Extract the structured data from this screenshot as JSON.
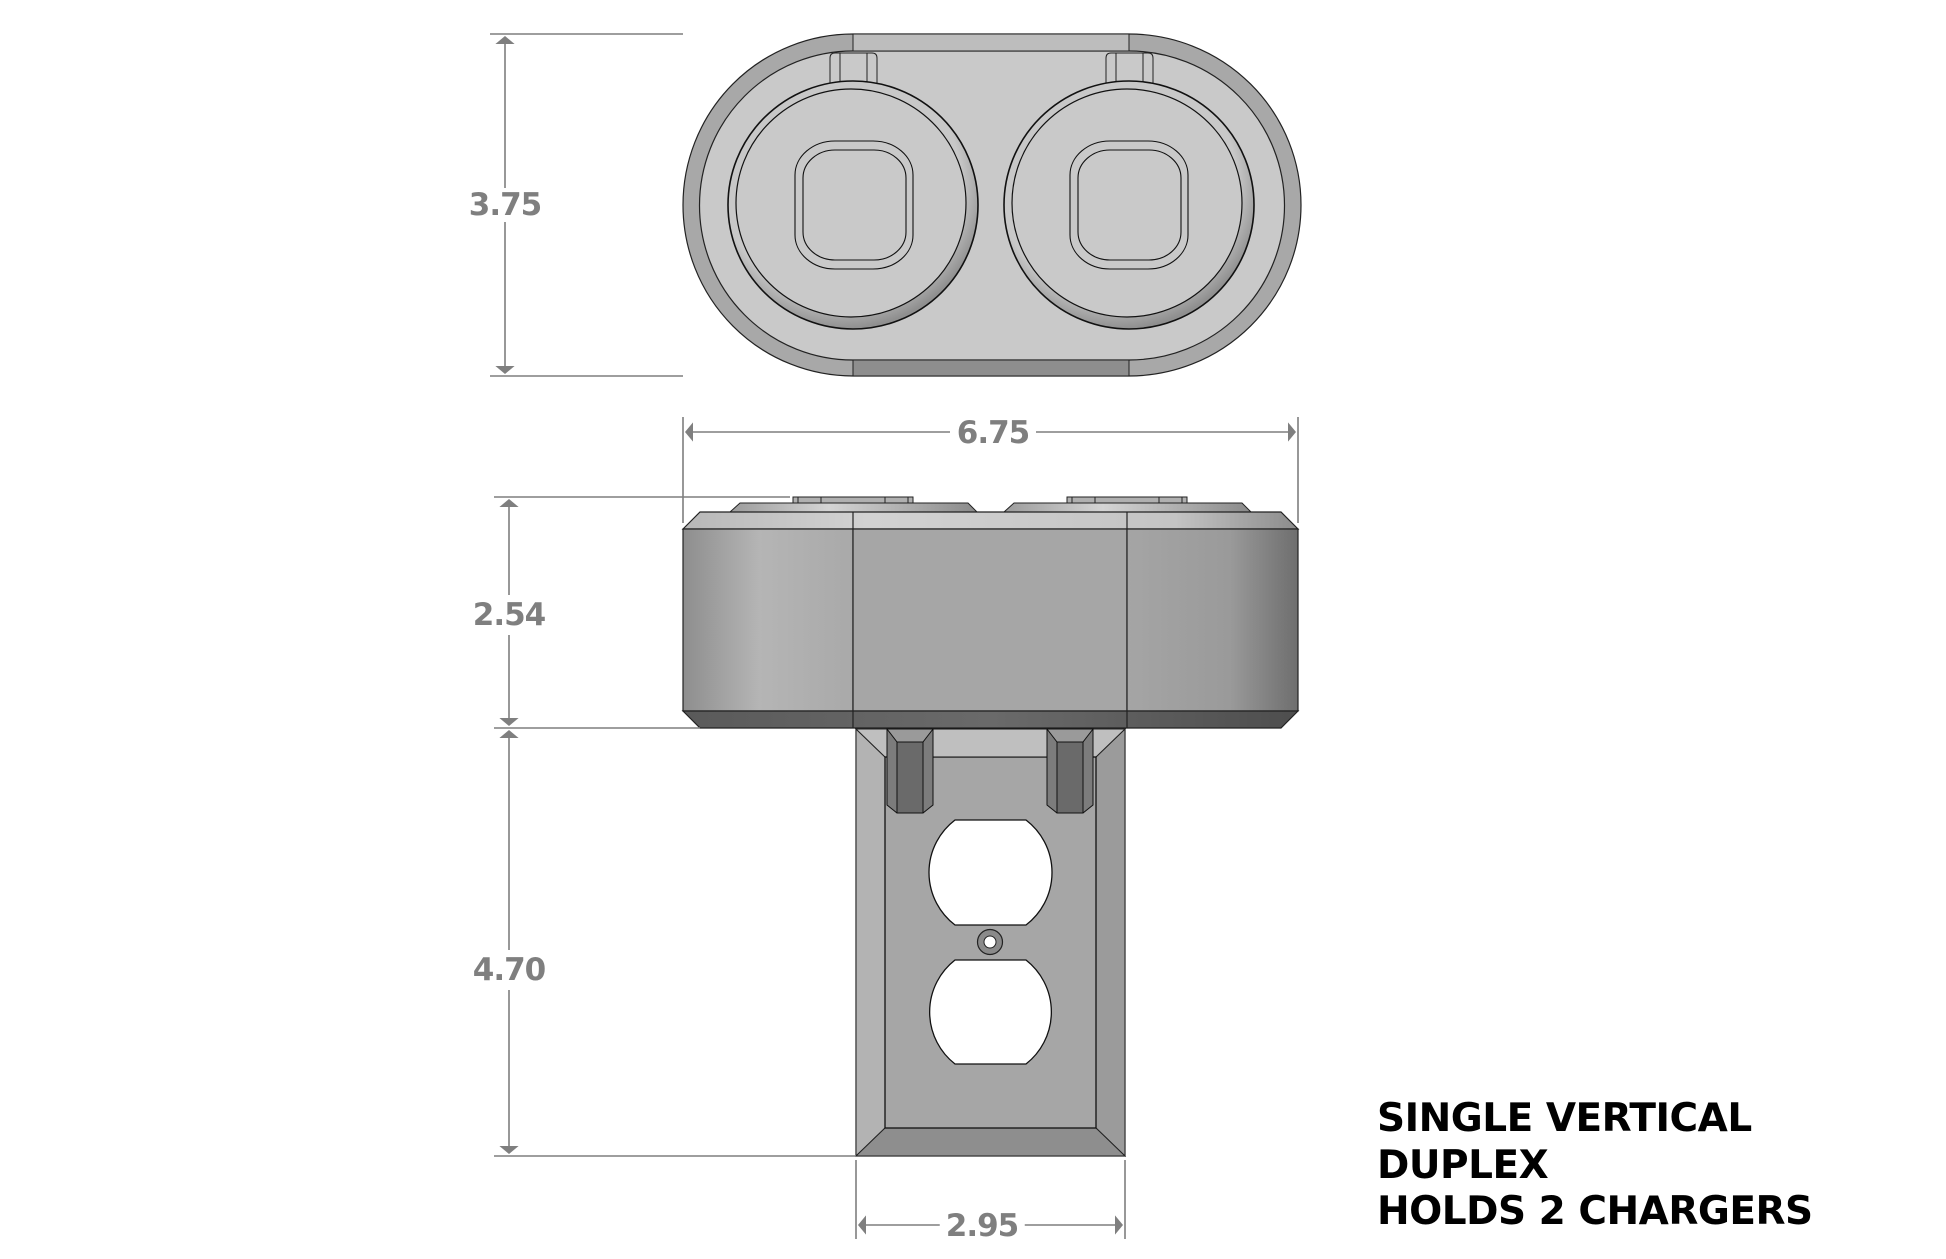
{
  "drawing": {
    "views": [
      {
        "name": "top-view",
        "description": "Top view of dual charger holder"
      },
      {
        "name": "front-view",
        "description": "Front view with duplex outlet plate"
      }
    ],
    "dimensions": {
      "depth": "3.75",
      "overall_width": "6.75",
      "holder_height": "2.54",
      "plate_height": "4.70",
      "plate_width": "2.95"
    },
    "note": {
      "line1": "SINGLE VERTICAL",
      "line2": "DUPLEX",
      "line3": "HOLDS 2 CHARGERS"
    },
    "colors": {
      "dimension": "#7f7f7f",
      "body_light": "#c8c8c8",
      "body_mid": "#a6a6a6",
      "body_dark": "#666666",
      "outline": "#1a1a1a"
    }
  }
}
